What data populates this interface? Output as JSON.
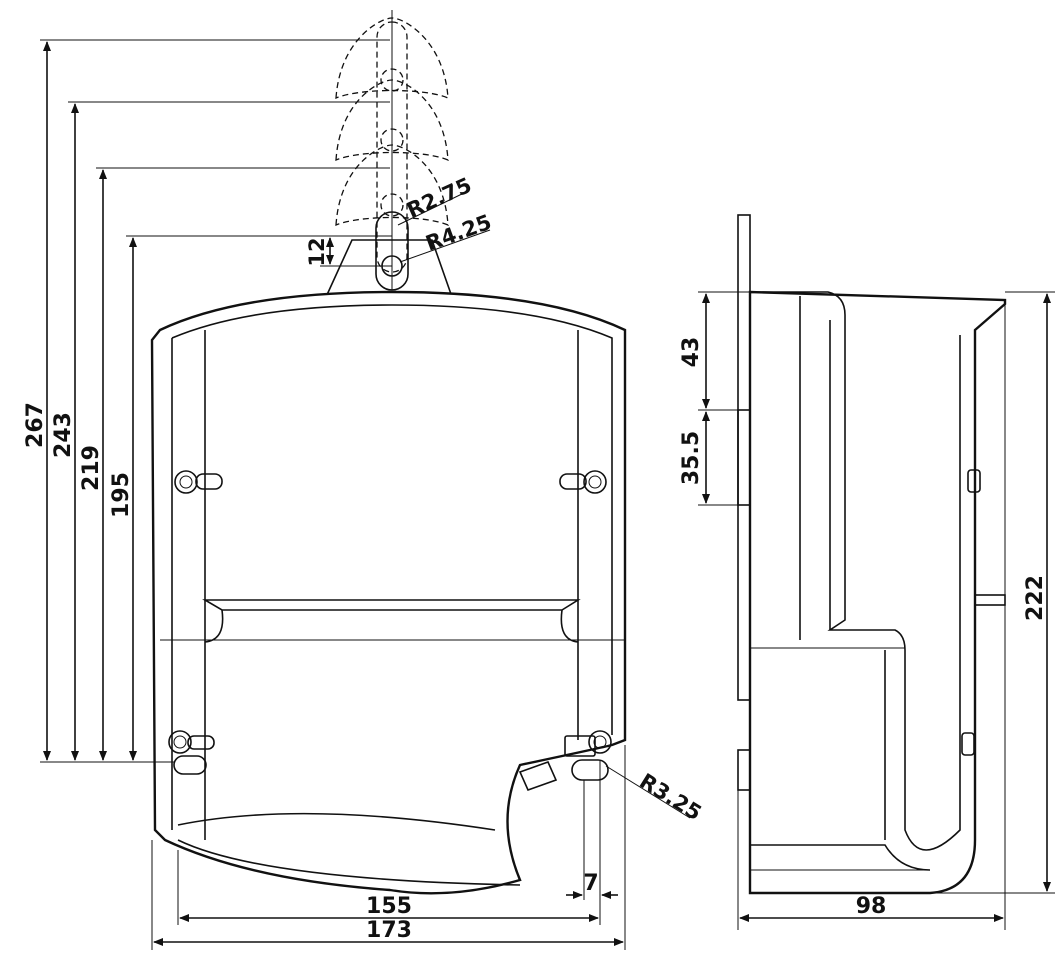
{
  "dimensions": {
    "front_heights": [
      "267",
      "243",
      "219",
      "195"
    ],
    "slot_gap": "12",
    "radius_inner": "R2.75",
    "radius_outer": "R4.25",
    "radius_bottom": "R3.25",
    "bottom_offset": "7",
    "width_inner": "155",
    "width_outer": "173",
    "side_top": "43",
    "side_bracket": "35.5",
    "side_height": "222",
    "side_depth": "98"
  }
}
